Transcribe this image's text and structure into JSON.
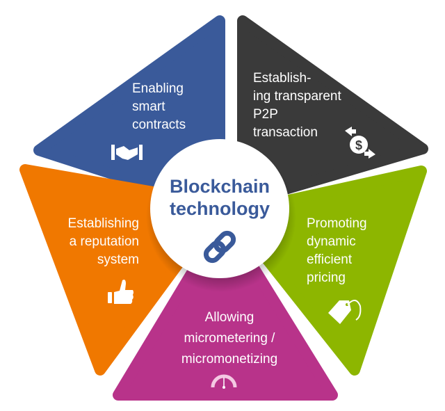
{
  "center": {
    "title_line1": "Blockchain",
    "title_line2": "technology",
    "icon": "chain-link-icon"
  },
  "segments": [
    {
      "id": "smart-contracts",
      "color": "#3a5a9a",
      "lines": [
        "Enabling",
        "smart",
        "contracts"
      ],
      "icon": "handshake-icon"
    },
    {
      "id": "p2p-transaction",
      "color": "#3a3a3a",
      "lines": [
        "Establish-",
        "ing transparent",
        "P2P",
        "transaction"
      ],
      "icon": "dollar-exchange-icon"
    },
    {
      "id": "dynamic-pricing",
      "color": "#8db600",
      "lines": [
        "Promoting",
        "dynamic",
        "efficient",
        "pricing"
      ],
      "icon": "price-tag-icon"
    },
    {
      "id": "micrometering",
      "color": "#b8338a",
      "lines": [
        "Allowing",
        "micrometering /",
        "micromonetizing"
      ],
      "icon": "gauge-icon"
    },
    {
      "id": "reputation-system",
      "color": "#f07800",
      "lines": [
        "Establishing",
        "a reputation",
        "system"
      ],
      "icon": "thumbs-up-icon"
    }
  ]
}
